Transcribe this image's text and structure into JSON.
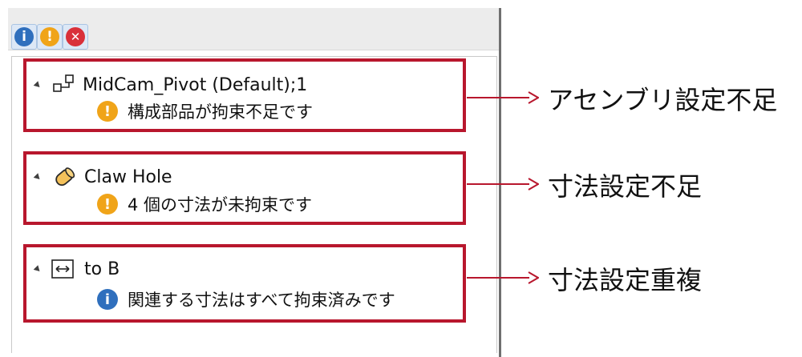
{
  "toolbar": {
    "buttons": [
      {
        "icon": "info-icon",
        "glyph": "i"
      },
      {
        "icon": "warning-icon",
        "glyph": "!"
      },
      {
        "icon": "error-icon",
        "glyph": "✕"
      }
    ]
  },
  "items": [
    {
      "title": "MidCam_Pivot (Default);1",
      "icon": "assembly-icon",
      "message_icon": "warning-icon",
      "message": "構成部品が拘束不足です",
      "annotation": "アセンブリ設定不足"
    },
    {
      "title": "Claw Hole",
      "icon": "part-icon",
      "message_icon": "warning-icon",
      "message": "4 個の寸法が未拘束です",
      "annotation": "寸法設定不足"
    },
    {
      "title": "to B",
      "icon": "dimension-icon",
      "message_icon": "info-icon",
      "message": "関連する寸法はすべて拘束済みです",
      "annotation": "寸法設定重複"
    }
  ],
  "colors": {
    "highlight_border": "#b8172d",
    "info": "#2f6fbd",
    "warning": "#f0a419",
    "error": "#d9303a"
  }
}
